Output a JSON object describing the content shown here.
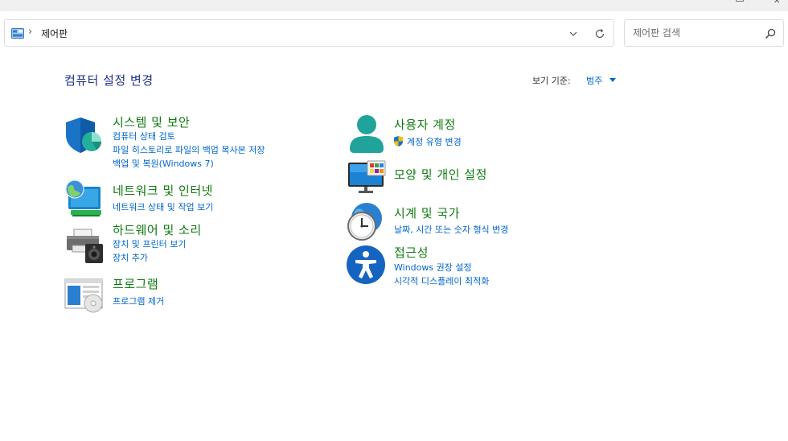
{
  "window": {
    "close_glyph": "✕"
  },
  "address": {
    "separator": "›",
    "location": "제어판"
  },
  "search": {
    "placeholder": "제어판 검색"
  },
  "page": {
    "title": "컴퓨터 설정 변경",
    "view_by_label": "보기 기준:",
    "view_by_value": "범주"
  },
  "categories": {
    "system": {
      "title": "시스템 및 보안",
      "links": [
        "컴퓨터 상태 검토",
        "파일 히스토리로 파일의 백업 복사본 저장",
        "백업 및 복원(Windows 7)"
      ]
    },
    "network": {
      "title": "네트워크 및 인터넷",
      "links": [
        "네트워크 상태 및 작업 보기"
      ]
    },
    "hardware": {
      "title": "하드웨어 및 소리",
      "links": [
        "장치 및 프린터 보기",
        "장치 추가"
      ]
    },
    "programs": {
      "title": "프로그램",
      "links": [
        "프로그램 제거"
      ]
    },
    "users": {
      "title": "사용자 계정",
      "links": [
        "계정 유형 변경"
      ]
    },
    "appearance": {
      "title": "모양 및 개인 설정",
      "links": []
    },
    "clock": {
      "title": "시계 및 국가",
      "links": [
        "날짜, 시간 또는 숫자 형식 변경"
      ]
    },
    "access": {
      "title": "접근성",
      "links": [
        "Windows 권장 설정",
        "시각적 디스플레이 최적화"
      ]
    }
  },
  "colors": {
    "category_title": "#0f7b0f",
    "link": "#0066cc",
    "page_title": "#1e3287"
  }
}
